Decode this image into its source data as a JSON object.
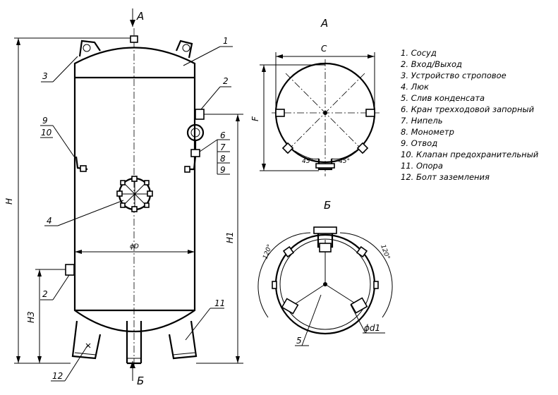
{
  "views": {
    "side_arrow_top": "А",
    "side_arrow_bottom": "Б",
    "view_a_title": "А",
    "view_b_title": "Б"
  },
  "dimensions": {
    "H": "H",
    "H1": "H1",
    "H3": "H3",
    "D": "ϕD",
    "C": "C",
    "F": "F",
    "d1": "ϕd1",
    "angle_a_left": "45°",
    "angle_a_right": "45°",
    "angle_b_left": "120°",
    "angle_b_right": "120°"
  },
  "callouts": {
    "c1": "1",
    "c2_top": "2",
    "c2_bottom": "2",
    "c3": "3",
    "c4": "4",
    "c5": "5",
    "c6": "6",
    "c7": "7",
    "c8": "8",
    "c9_right": "9",
    "c9_left": "9",
    "c10": "10",
    "c11": "11",
    "c12": "12"
  },
  "legend": [
    "1. Сосуд",
    "2. Вход/Выход",
    "3. Устройство строповое",
    "4. Люк",
    "5. Слив конденсата",
    "6. Кран трехходовой запорный",
    "7. Нипель",
    "8. Монометр",
    "9. Отвод",
    "10. Клапан предохранительный",
    "11. Опора",
    "12. Болт заземления"
  ]
}
